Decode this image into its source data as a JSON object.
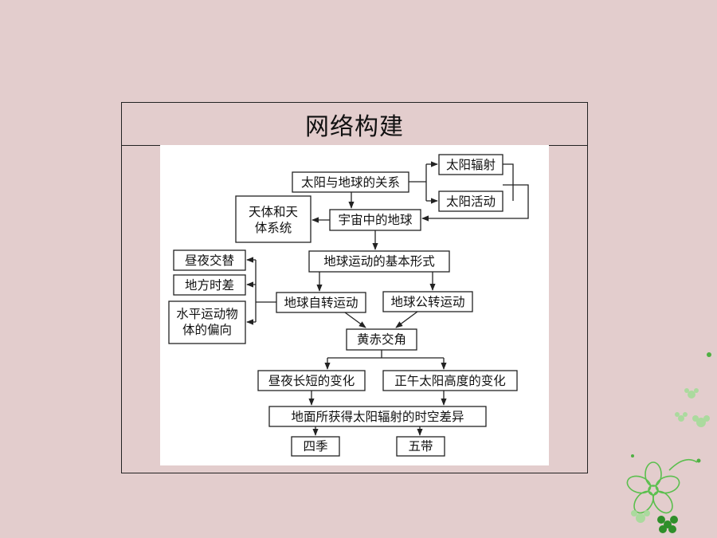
{
  "panel": {
    "title": "网络构建"
  },
  "diagram": {
    "nodes": {
      "sun_earth": "太阳与地球的关系",
      "solar_radiation": "太阳辐射",
      "solar_activity": "太阳活动",
      "celestial_line1": "天体和天",
      "celestial_line2": "体系统",
      "earth_in_universe": "宇宙中的地球",
      "basic_forms": "地球运动的基本形式",
      "day_night": "昼夜交替",
      "local_time": "地方时差",
      "deflection_line1": "水平运动物",
      "deflection_line2": "体的偏向",
      "rotation": "地球自转运动",
      "revolution": "地球公转运动",
      "obliquity": "黄赤交角",
      "day_length": "昼夜长短的变化",
      "noon_altitude": "正午太阳高度的变化",
      "radiation_diff": "地面所获得太阳辐射的时空差异",
      "seasons": "四季",
      "zones": "五带"
    }
  },
  "colors": {
    "background": "#e3cdcd",
    "line": "#222222",
    "flower": "#5bbf4e"
  }
}
